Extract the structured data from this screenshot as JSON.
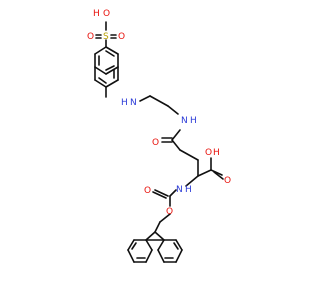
{
  "molecule": {
    "atom_labels": {
      "sulfonic_oh": "O",
      "sulfonic_h": "H",
      "sulfonic_s": "S",
      "sulfonic_o_left": "O",
      "sulfonic_o_right": "O",
      "amine_h": "H",
      "amine_n": "N",
      "amide_n": "N",
      "amide_h": "H",
      "amide_o": "O",
      "acid_o_top": "O",
      "acid_h": "H",
      "acid_o_bottom": "O",
      "carbamate_n": "N",
      "carbamate_h": "H",
      "carbamate_o_dbl": "O",
      "carbamate_o_ester": "O"
    },
    "colors": {
      "bond": "#111111",
      "oxygen": "#e8120c",
      "nitrogen": "#2b3bd7",
      "sulfur": "#b8a000"
    }
  }
}
